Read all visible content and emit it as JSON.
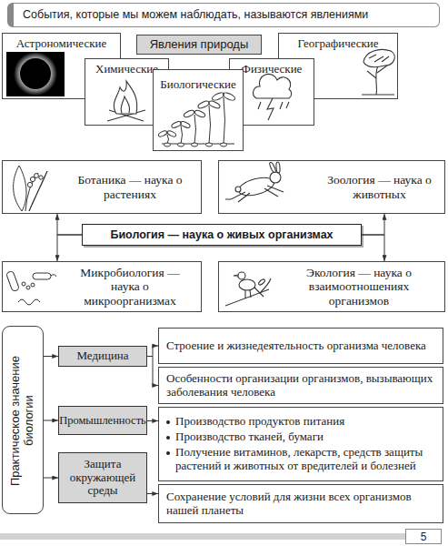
{
  "diagram": {
    "nodes": [
      {
        "text": [
          "События, которые мы можем наблюдать, называются явлениями"
        ]
      },
      {
        "text": [
          "Астрономические"
        ]
      },
      {
        "text": [
          "Явления природы"
        ]
      },
      {
        "text": [
          "Географические"
        ]
      },
      {
        "text": [
          "Химические"
        ]
      },
      {
        "text": [
          "Физические"
        ]
      },
      {
        "text": [
          "Биологические"
        ]
      },
      {
        "text": [
          "Ботаника — наука о растениях"
        ]
      },
      {
        "text": [
          "Зоология — наука о животных"
        ]
      },
      {
        "text": [
          "Биология — наука о живых организмах"
        ]
      },
      {
        "text": [
          "Микробиология — наука о микроорганизмах"
        ]
      },
      {
        "text": [
          "Экология — наука о взаимоотношениях организмов"
        ]
      },
      {
        "text": [
          "Практическое значение биологии"
        ]
      },
      {
        "text": [
          "Медицина"
        ]
      },
      {
        "text": [
          "Строение и жизнедеятельность организма человека"
        ]
      },
      {
        "text": [
          "Особенности организации организмов, вызывающих заболевания человека"
        ]
      },
      {
        "text": [
          "Промышленность"
        ]
      },
      {
        "text": [
          "Производство продуктов питания",
          "Производство тканей, бумаги",
          "Получение витаминов, лекарств, средств защиты растений и животных от вредителей и болезней"
        ]
      },
      {
        "text": [
          "Защита окружающей среды"
        ]
      },
      {
        "text": [
          "Сохранение условий для жизни всех организмов нашей планеты"
        ]
      }
    ],
    "edges": [
      {
        "from": 9,
        "to": 7,
        "arrow": "to"
      },
      {
        "from": 9,
        "to": 8,
        "arrow": "to"
      },
      {
        "from": 9,
        "to": 10,
        "arrow": "to"
      },
      {
        "from": 9,
        "to": 11,
        "arrow": "to"
      },
      {
        "from": 12,
        "to": 13,
        "arrow": "to"
      },
      {
        "from": 12,
        "to": 16,
        "arrow": "to"
      },
      {
        "from": 12,
        "to": 18,
        "arrow": "to"
      },
      {
        "from": 13,
        "to": 14,
        "arrow": "to"
      },
      {
        "from": 13,
        "to": 15,
        "arrow": "to"
      },
      {
        "from": 16,
        "to": 17,
        "arrow": "to"
      },
      {
        "from": 18,
        "to": 19,
        "arrow": "to"
      }
    ],
    "labels": [
      "5"
    ]
  }
}
